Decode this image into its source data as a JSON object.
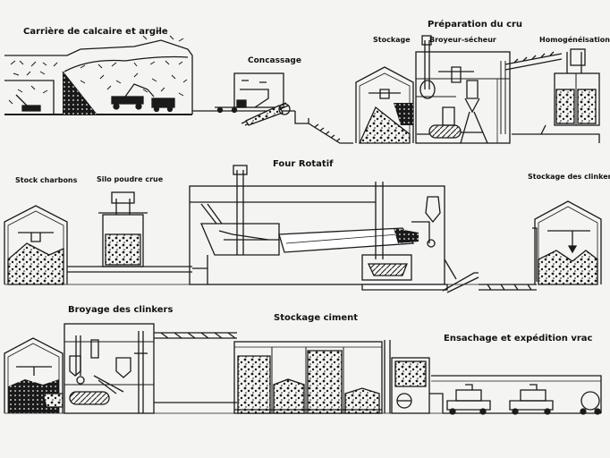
{
  "labels": {
    "carriere": "Carrière de calcaire et argile",
    "concassage": "Concassage",
    "preparation": "Préparation du cru",
    "stockage": "Stockage",
    "broyeur_secheur": "Broyeur-sécheur",
    "homogeneisation": "Homogénéisation",
    "stock_charbons": "Stock charbons",
    "silo_poudre_crue": "Silo poudre crue",
    "four_rotatif": "Four  Rotatif",
    "stockage_clinkers": "Stockage des clinkers",
    "broyage_clinkers": "Broyage des clinkers",
    "stockage_ciment": "Stockage ciment",
    "ensachage": "Ensachage et expédition vrac"
  },
  "colors": {
    "ink": "#1a1a1a",
    "paper": "#f4f4f2",
    "fill": "#2a2a2a"
  }
}
